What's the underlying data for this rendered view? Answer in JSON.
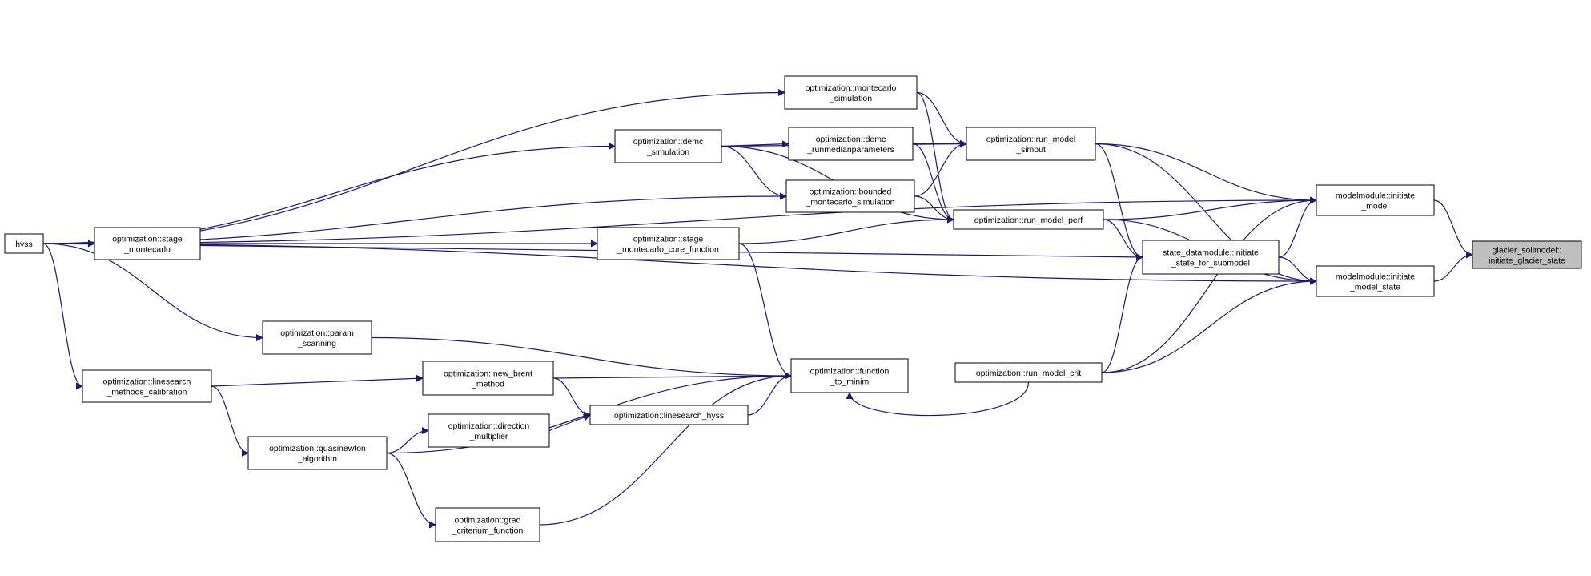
{
  "colors": {
    "edge": "#191970",
    "node_fill": "#ffffff",
    "root_fill": "#bfbfbf",
    "border": "#000000"
  },
  "nodes": {
    "root": {
      "lines": [
        "glacier_soilmodel::",
        "initiate_glacier_state"
      ]
    },
    "initmodel": {
      "lines": [
        "modelmodule::initiate",
        "_model"
      ]
    },
    "initstate": {
      "lines": [
        "modelmodule::initiate",
        "_model_state"
      ]
    },
    "simout": {
      "lines": [
        "optimization::run_model",
        "_simout"
      ]
    },
    "perf": {
      "lines": [
        "optimization::run_model_perf"
      ]
    },
    "sdm": {
      "lines": [
        "state_datamodule::initiate",
        "_state_for_submodel"
      ]
    },
    "crit": {
      "lines": [
        "optimization::run_model_crit"
      ]
    },
    "mcsim": {
      "lines": [
        "optimization::montecarlo",
        "_simulation"
      ]
    },
    "runmed": {
      "lines": [
        "optimization::demc",
        "_runmedianparameters"
      ]
    },
    "bmc": {
      "lines": [
        "optimization::bounded",
        "_montecarlo_simulation"
      ]
    },
    "demc": {
      "lines": [
        "optimization::demc",
        "_simulation"
      ]
    },
    "smcf": {
      "lines": [
        "optimization::stage",
        "_montecarlo_core_function"
      ]
    },
    "smc": {
      "lines": [
        "optimization::stage",
        "_montecarlo"
      ]
    },
    "hyss": {
      "lines": [
        "hyss"
      ]
    },
    "ftm": {
      "lines": [
        "optimization::function",
        "_to_minim"
      ]
    },
    "param": {
      "lines": [
        "optimization::param",
        "_scanning"
      ]
    },
    "brent": {
      "lines": [
        "optimization::new_brent",
        "_method"
      ]
    },
    "lsh": {
      "lines": [
        "optimization::linesearch_hyss"
      ]
    },
    "dir": {
      "lines": [
        "optimization::direction",
        "_multiplier"
      ]
    },
    "qn": {
      "lines": [
        "optimization::quasinewton",
        "_algorithm"
      ]
    },
    "grad": {
      "lines": [
        "optimization::grad",
        "_criterium_function"
      ]
    },
    "lsm": {
      "lines": [
        "optimization::linesearch",
        "_methods_calibration"
      ]
    }
  },
  "edges": [
    [
      "initmodel",
      "root"
    ],
    [
      "initstate",
      "root"
    ],
    [
      "hyss",
      "initmodel"
    ],
    [
      "simout",
      "initmodel"
    ],
    [
      "perf",
      "initmodel"
    ],
    [
      "sdm",
      "initmodel"
    ],
    [
      "crit",
      "initmodel"
    ],
    [
      "hyss",
      "initstate"
    ],
    [
      "simout",
      "initstate"
    ],
    [
      "perf",
      "initstate"
    ],
    [
      "sdm",
      "initstate"
    ],
    [
      "crit",
      "initstate"
    ],
    [
      "simout",
      "sdm"
    ],
    [
      "perf",
      "sdm"
    ],
    [
      "crit",
      "sdm"
    ],
    [
      "hyss",
      "sdm"
    ],
    [
      "crit",
      "ftm"
    ],
    [
      "smcf",
      "ftm"
    ],
    [
      "param",
      "ftm"
    ],
    [
      "brent",
      "ftm"
    ],
    [
      "lsh",
      "ftm"
    ],
    [
      "qn",
      "ftm"
    ],
    [
      "grad",
      "ftm"
    ],
    [
      "mcsim",
      "simout"
    ],
    [
      "runmed",
      "simout"
    ],
    [
      "bmc",
      "simout"
    ],
    [
      "demc",
      "simout"
    ],
    [
      "mcsim",
      "perf"
    ],
    [
      "runmed",
      "perf"
    ],
    [
      "bmc",
      "perf"
    ],
    [
      "demc",
      "perf"
    ],
    [
      "smcf",
      "perf"
    ],
    [
      "demc",
      "runmed"
    ],
    [
      "hyss",
      "mcsim"
    ],
    [
      "hyss",
      "demc"
    ],
    [
      "hyss",
      "bmc"
    ],
    [
      "hyss",
      "smc"
    ],
    [
      "hyss",
      "param"
    ],
    [
      "hyss",
      "lsm"
    ],
    [
      "demc",
      "bmc"
    ],
    [
      "smc",
      "smcf"
    ],
    [
      "lsm",
      "brent"
    ],
    [
      "lsm",
      "qn"
    ],
    [
      "brent",
      "lsh"
    ],
    [
      "dir",
      "lsh"
    ],
    [
      "qn",
      "dir"
    ],
    [
      "qn",
      "grad"
    ]
  ]
}
